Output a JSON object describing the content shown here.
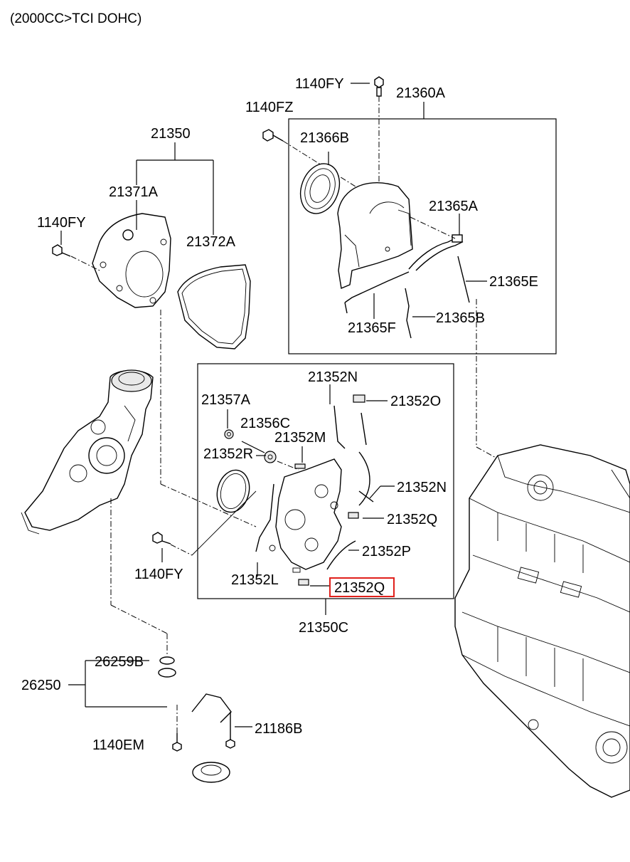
{
  "header": {
    "title": "(2000CC>TCI DOHC)"
  },
  "labels": {
    "l_1140FY_top": "1140FY",
    "l_21360A": "21360A",
    "l_1140FZ": "1140FZ",
    "l_21350": "21350",
    "l_21366B": "21366B",
    "l_21371A": "21371A",
    "l_21365A": "21365A",
    "l_1140FY_left": "1140FY",
    "l_21372A": "21372A",
    "l_21365E": "21365E",
    "l_21365F": "21365F",
    "l_21365B": "21365B",
    "l_21352N_top": "21352N",
    "l_21357A": "21357A",
    "l_21352O": "21352O",
    "l_21356C": "21356C",
    "l_21352M": "21352M",
    "l_21352R": "21352R",
    "l_21352N_mid": "21352N",
    "l_21352Q_mid": "21352Q",
    "l_21352P": "21352P",
    "l_1140FY_bot": "1140FY",
    "l_21352L": "21352L",
    "l_21352Q_hl": "21352Q",
    "l_21350C": "21350C",
    "l_26259B": "26259B",
    "l_26250": "26250",
    "l_21186B": "21186B",
    "l_1140EM": "1140EM"
  },
  "highlight": {
    "part": "21352Q",
    "color": "#e0201b"
  }
}
